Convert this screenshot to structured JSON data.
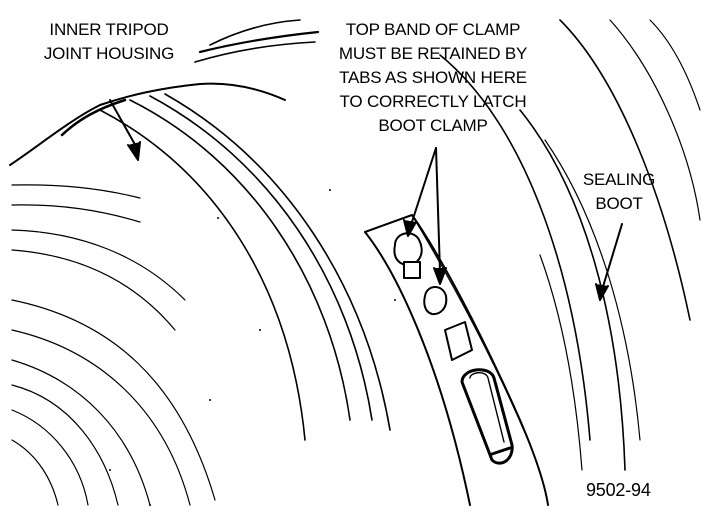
{
  "labels": {
    "inner_housing": [
      "INNER TRIPOD",
      "JOINT HOUSING"
    ],
    "top_band": [
      "TOP BAND OF CLAMP",
      "MUST BE RETAINED BY",
      "TABS AS SHOWN HERE",
      "TO CORRECTLY LATCH",
      "BOOT CLAMP"
    ],
    "sealing_boot": [
      "SEALING",
      "BOOT"
    ],
    "figure_number": "9502-94"
  }
}
